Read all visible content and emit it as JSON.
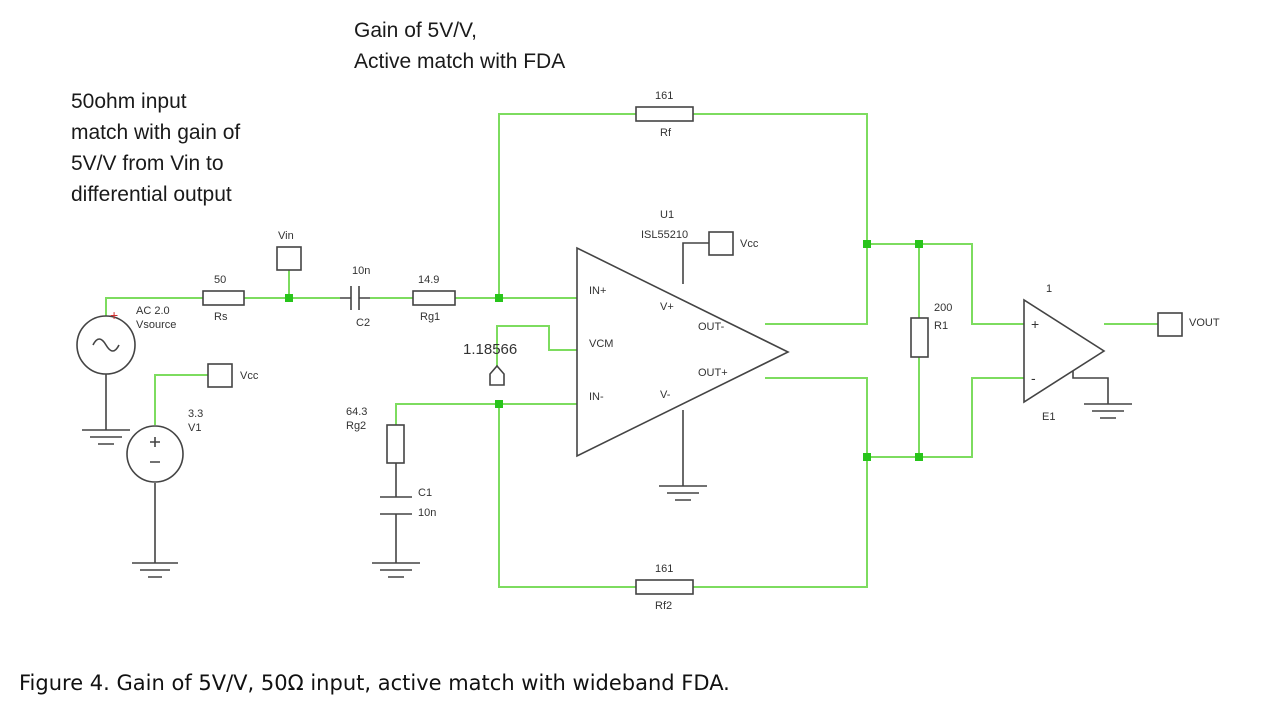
{
  "annotations": {
    "title_line1": "Gain of 5V/V,",
    "title_line2": "Active match with FDA",
    "note_line1": "50ohm input",
    "note_line2": "match with gain of",
    "note_line3": "5V/V from Vin to",
    "note_line4": "differential output"
  },
  "caption": "Figure 4. Gain of 5V/V, 50Ω input, active match with wideband FDA.",
  "components": {
    "source": {
      "value": "AC 2.0",
      "name": "Vsource"
    },
    "rs": {
      "value": "50",
      "name": "Rs"
    },
    "vin_probe": {
      "label": "Vin"
    },
    "c2": {
      "value": "10n",
      "name": "C2"
    },
    "rg1": {
      "value": "14.9",
      "name": "Rg1"
    },
    "rf_top": {
      "value": "161",
      "name": "Rf"
    },
    "rf_bottom": {
      "value": "161",
      "name": "Rf2"
    },
    "u1": {
      "name": "U1",
      "part": "ISL55210"
    },
    "vcc_u1": {
      "label": "Vcc"
    },
    "vcm": {
      "value": "1.18566"
    },
    "v1": {
      "value": "3.3",
      "name": "V1"
    },
    "vcc_v1": {
      "label": "Vcc"
    },
    "rg2": {
      "value": "64.3",
      "name": "Rg2"
    },
    "c1": {
      "name": "C1",
      "value": "10n"
    },
    "r_load": {
      "value": "200",
      "name": "R1"
    },
    "e1": {
      "gain": "1",
      "name": "E1"
    },
    "vout": {
      "label": "VOUT"
    },
    "pins": {
      "in_plus": "IN+",
      "vcm": "VCM",
      "in_minus": "IN-",
      "v_plus": "V+",
      "v_minus": "V-",
      "out_minus": "OUT-",
      "out_plus": "OUT+",
      "e1_plus": "+",
      "e1_minus": "-"
    }
  },
  "colors": {
    "wire": "#7ddc5f",
    "node": "#27c41a",
    "component": "#444444"
  }
}
